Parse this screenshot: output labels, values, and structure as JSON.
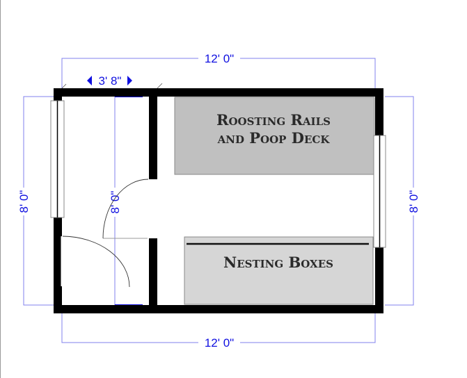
{
  "dimensions": {
    "top_width": "12' 0\"",
    "bottom_width": "12' 0\"",
    "left_height": "8' 0\"",
    "right_height": "8' 0\"",
    "inner_height": "8' 0\"",
    "vestibule_width": "3' 8\""
  },
  "areas": {
    "roosting_line1": "Roosting Rails",
    "roosting_line2": "and Poop Deck",
    "nesting": "Nesting Boxes"
  },
  "colors": {
    "wall": "#000000",
    "dimension": "#1010e0",
    "roosting_fill": "#c0c0c0",
    "nesting_fill": "#d6d6d6"
  }
}
